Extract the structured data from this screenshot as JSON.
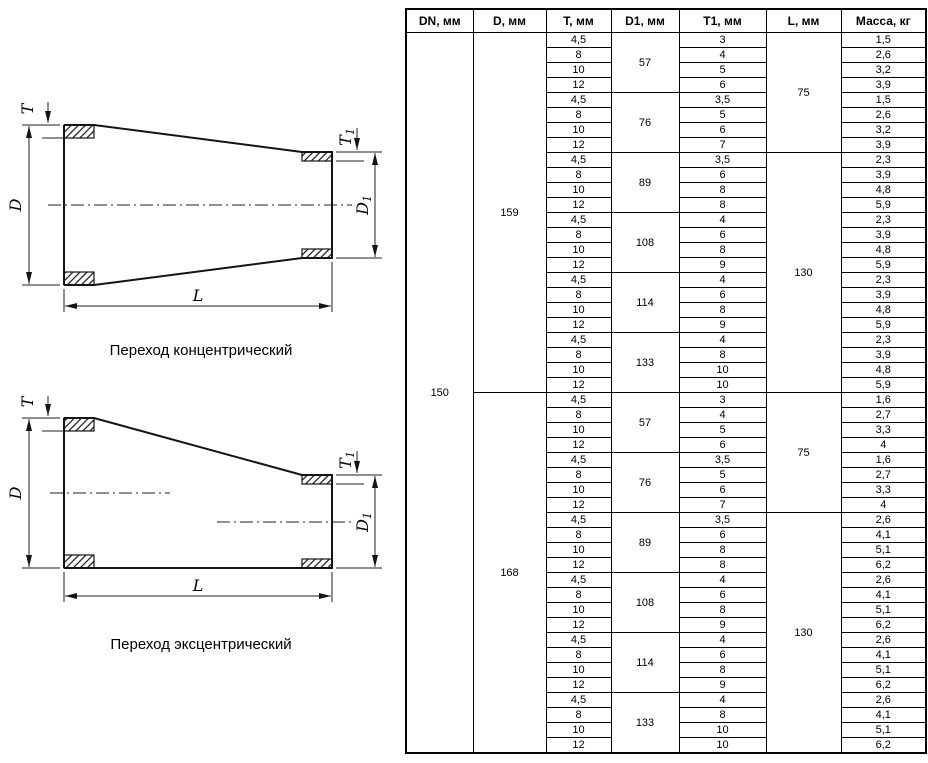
{
  "diagrams": [
    {
      "caption": "Переход концентрический",
      "labels": {
        "t": "T",
        "t1_base": "T",
        "t1_sub": "1",
        "d": "D",
        "d1_base": "D",
        "d1_sub": "1",
        "l": "L"
      }
    },
    {
      "caption": "Переход эксцентрический",
      "labels": {
        "t": "T",
        "t1_base": "T",
        "t1_sub": "1",
        "d": "D",
        "d1_base": "D",
        "d1_sub": "1",
        "l": "L"
      }
    }
  ],
  "table": {
    "headers": [
      "DN, мм",
      "D, мм",
      "T, мм",
      "D1, мм",
      "T1, мм",
      "L, мм",
      "Масса, кг"
    ],
    "dn": "150",
    "d_groups": [
      {
        "d": "159",
        "l_groups": [
          {
            "l": "75",
            "d1_groups": [
              {
                "d1": "57",
                "rows": [
                  {
                    "t": "4,5",
                    "t1": "3",
                    "mass": "1,5"
                  },
                  {
                    "t": "8",
                    "t1": "4",
                    "mass": "2,6"
                  },
                  {
                    "t": "10",
                    "t1": "5",
                    "mass": "3,2"
                  },
                  {
                    "t": "12",
                    "t1": "6",
                    "mass": "3,9"
                  }
                ]
              },
              {
                "d1": "76",
                "rows": [
                  {
                    "t": "4,5",
                    "t1": "3,5",
                    "mass": "1,5"
                  },
                  {
                    "t": "8",
                    "t1": "5",
                    "mass": "2,6"
                  },
                  {
                    "t": "10",
                    "t1": "6",
                    "mass": "3,2"
                  },
                  {
                    "t": "12",
                    "t1": "7",
                    "mass": "3,9"
                  }
                ]
              }
            ]
          },
          {
            "l": "130",
            "d1_groups": [
              {
                "d1": "89",
                "rows": [
                  {
                    "t": "4,5",
                    "t1": "3,5",
                    "mass": "2,3"
                  },
                  {
                    "t": "8",
                    "t1": "6",
                    "mass": "3,9"
                  },
                  {
                    "t": "10",
                    "t1": "8",
                    "mass": "4,8"
                  },
                  {
                    "t": "12",
                    "t1": "8",
                    "mass": "5,9"
                  }
                ]
              },
              {
                "d1": "108",
                "rows": [
                  {
                    "t": "4,5",
                    "t1": "4",
                    "mass": "2,3"
                  },
                  {
                    "t": "8",
                    "t1": "6",
                    "mass": "3,9"
                  },
                  {
                    "t": "10",
                    "t1": "8",
                    "mass": "4,8"
                  },
                  {
                    "t": "12",
                    "t1": "9",
                    "mass": "5,9"
                  }
                ]
              },
              {
                "d1": "114",
                "rows": [
                  {
                    "t": "4,5",
                    "t1": "4",
                    "mass": "2,3"
                  },
                  {
                    "t": "8",
                    "t1": "6",
                    "mass": "3,9"
                  },
                  {
                    "t": "10",
                    "t1": "8",
                    "mass": "4,8"
                  },
                  {
                    "t": "12",
                    "t1": "9",
                    "mass": "5,9"
                  }
                ]
              },
              {
                "d1": "133",
                "rows": [
                  {
                    "t": "4,5",
                    "t1": "4",
                    "mass": "2,3"
                  },
                  {
                    "t": "8",
                    "t1": "8",
                    "mass": "3,9"
                  },
                  {
                    "t": "10",
                    "t1": "10",
                    "mass": "4,8"
                  },
                  {
                    "t": "12",
                    "t1": "10",
                    "mass": "5,9"
                  }
                ]
              }
            ]
          }
        ]
      },
      {
        "d": "168",
        "l_groups": [
          {
            "l": "75",
            "d1_groups": [
              {
                "d1": "57",
                "rows": [
                  {
                    "t": "4,5",
                    "t1": "3",
                    "mass": "1,6"
                  },
                  {
                    "t": "8",
                    "t1": "4",
                    "mass": "2,7"
                  },
                  {
                    "t": "10",
                    "t1": "5",
                    "mass": "3,3"
                  },
                  {
                    "t": "12",
                    "t1": "6",
                    "mass": "4"
                  }
                ]
              },
              {
                "d1": "76",
                "rows": [
                  {
                    "t": "4,5",
                    "t1": "3,5",
                    "mass": "1,6"
                  },
                  {
                    "t": "8",
                    "t1": "5",
                    "mass": "2,7"
                  },
                  {
                    "t": "10",
                    "t1": "6",
                    "mass": "3,3"
                  },
                  {
                    "t": "12",
                    "t1": "7",
                    "mass": "4"
                  }
                ]
              }
            ]
          },
          {
            "l": "130",
            "d1_groups": [
              {
                "d1": "89",
                "rows": [
                  {
                    "t": "4,5",
                    "t1": "3,5",
                    "mass": "2,6"
                  },
                  {
                    "t": "8",
                    "t1": "6",
                    "mass": "4,1"
                  },
                  {
                    "t": "10",
                    "t1": "8",
                    "mass": "5,1"
                  },
                  {
                    "t": "12",
                    "t1": "8",
                    "mass": "6,2"
                  }
                ]
              },
              {
                "d1": "108",
                "rows": [
                  {
                    "t": "4,5",
                    "t1": "4",
                    "mass": "2,6"
                  },
                  {
                    "t": "8",
                    "t1": "6",
                    "mass": "4,1"
                  },
                  {
                    "t": "10",
                    "t1": "8",
                    "mass": "5,1"
                  },
                  {
                    "t": "12",
                    "t1": "9",
                    "mass": "6,2"
                  }
                ]
              },
              {
                "d1": "114",
                "rows": [
                  {
                    "t": "4,5",
                    "t1": "4",
                    "mass": "2,6"
                  },
                  {
                    "t": "8",
                    "t1": "6",
                    "mass": "4,1"
                  },
                  {
                    "t": "10",
                    "t1": "8",
                    "mass": "5,1"
                  },
                  {
                    "t": "12",
                    "t1": "9",
                    "mass": "6,2"
                  }
                ]
              },
              {
                "d1": "133",
                "rows": [
                  {
                    "t": "4,5",
                    "t1": "4",
                    "mass": "2,6"
                  },
                  {
                    "t": "8",
                    "t1": "8",
                    "mass": "4,1"
                  },
                  {
                    "t": "10",
                    "t1": "10",
                    "mass": "5,1"
                  },
                  {
                    "t": "12",
                    "t1": "10",
                    "mass": "6,2"
                  }
                ]
              }
            ]
          }
        ]
      }
    ]
  }
}
